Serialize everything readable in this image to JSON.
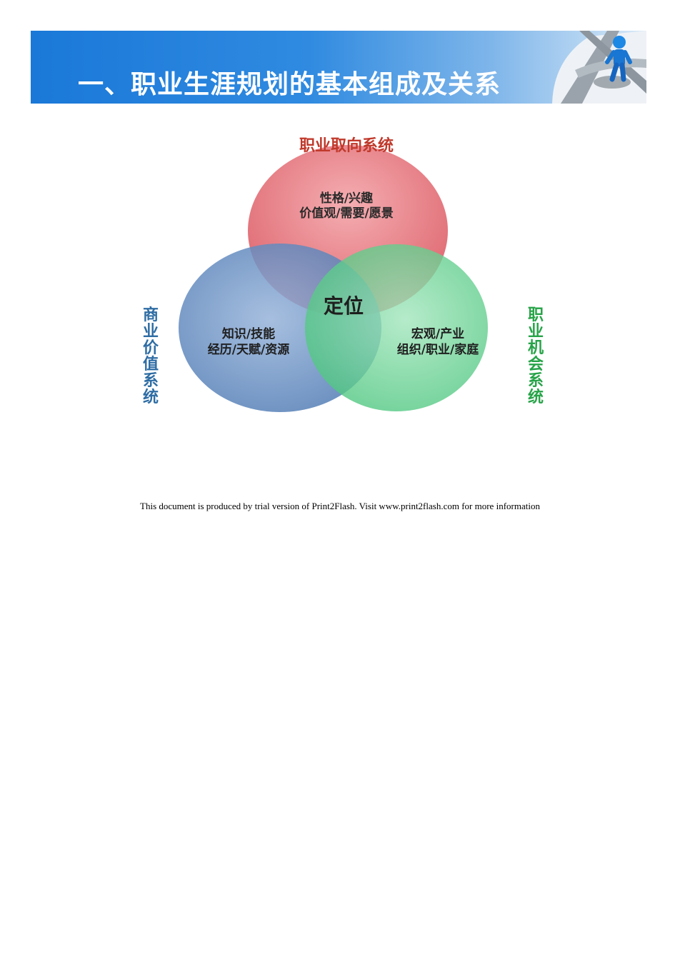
{
  "header": {
    "title": "一、职业生涯规划的基本组成及关系"
  },
  "diagram": {
    "top_label": "职业取向系统",
    "left_label": "商业价值系统",
    "right_label": "职业机会系统",
    "center_label": "定位",
    "red_circle": {
      "line1": "性格/兴趣",
      "line2": "价值观/需要/愿景"
    },
    "blue_circle": {
      "line1": "知识/技能",
      "line2": "经历/天赋/资源"
    },
    "green_circle": {
      "line1": "宏观/产业",
      "line2": "组织/职业/家庭"
    },
    "colors": {
      "red": "#e36a70",
      "blue": "#5a86bd",
      "green": "#5fd08c",
      "top_label": "#c0392b",
      "left_label": "#2e6da4",
      "right_label": "#27a348"
    }
  },
  "footer": {
    "note": "This document is produced by trial version of Print2Flash. Visit www.print2flash.com for more information"
  }
}
